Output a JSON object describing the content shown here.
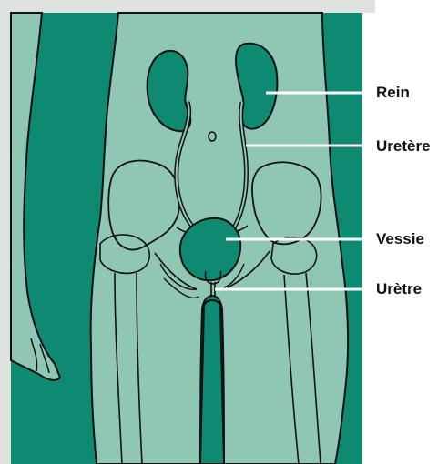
{
  "colors": {
    "panel": "#0e8a72",
    "body": "#8fc6b4",
    "organ": "#0e8a72",
    "outline": "#111111",
    "page_frame": "#dfe3e0",
    "leader": "#ffffff"
  },
  "labels": {
    "kidney": "Rein",
    "ureter": "Uretère",
    "bladder": "Vessie",
    "urethra": "Urètre"
  }
}
